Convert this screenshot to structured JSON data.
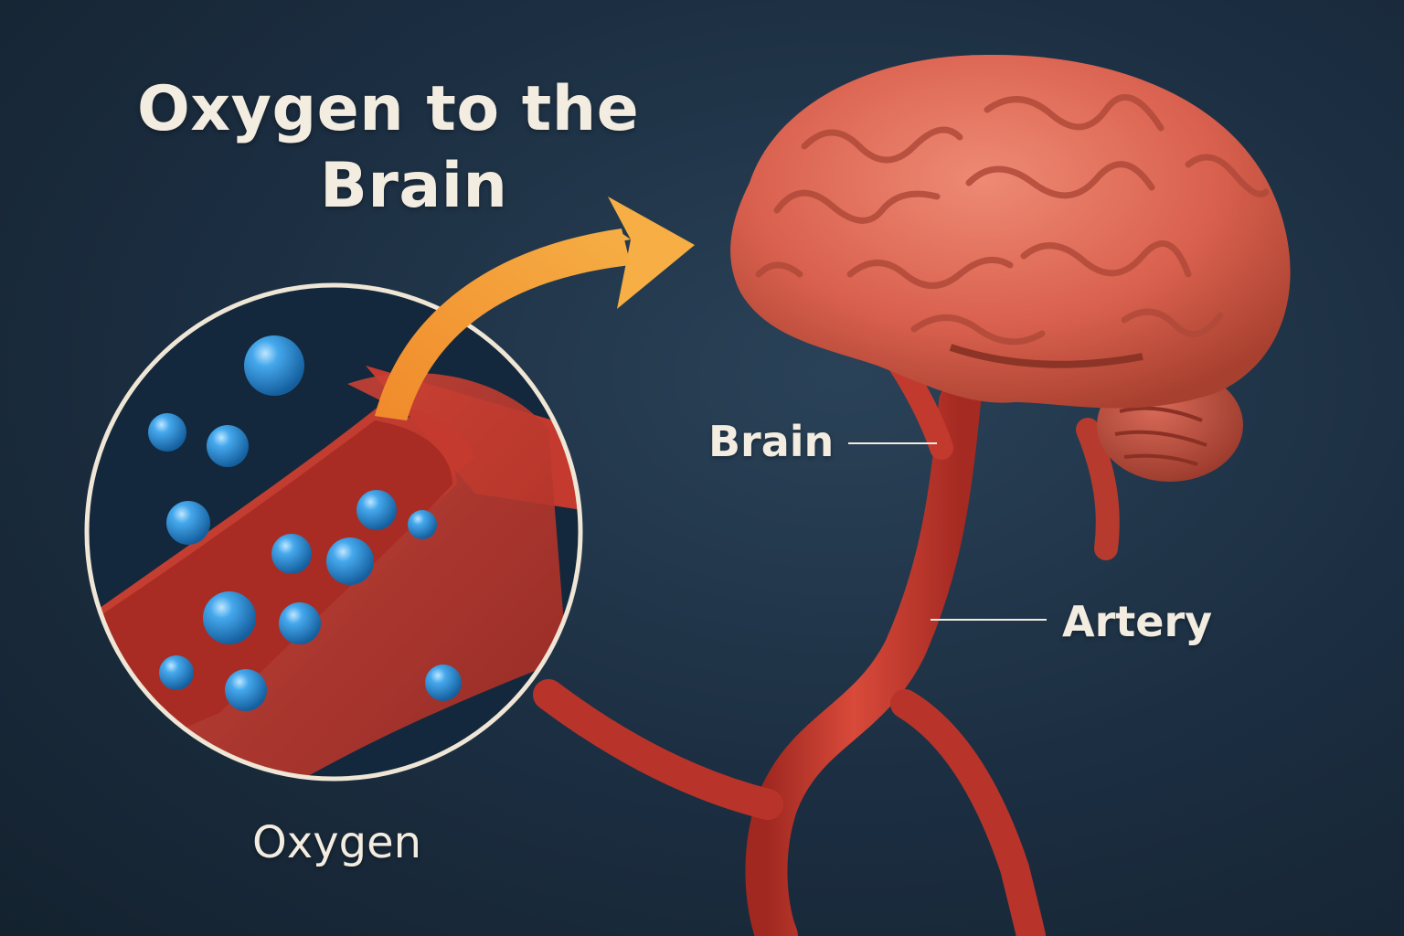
{
  "title": {
    "line1": "Oxygen to the",
    "line2": "Brain"
  },
  "labels": {
    "brain": "Brain",
    "artery": "Artery",
    "oxygen": "Oxygen"
  },
  "colors": {
    "background": "#1b2d40",
    "brain": "#d9604e",
    "artery": "#c8362c",
    "oxygen": "#2f8fd6",
    "arrow": "#f2a03a",
    "text": "#f3ece0",
    "circle_border": "#efe6d6"
  },
  "icons": {
    "arrow": "curved-arrow-icon",
    "oxygen": "oxygen-molecule-icon"
  }
}
